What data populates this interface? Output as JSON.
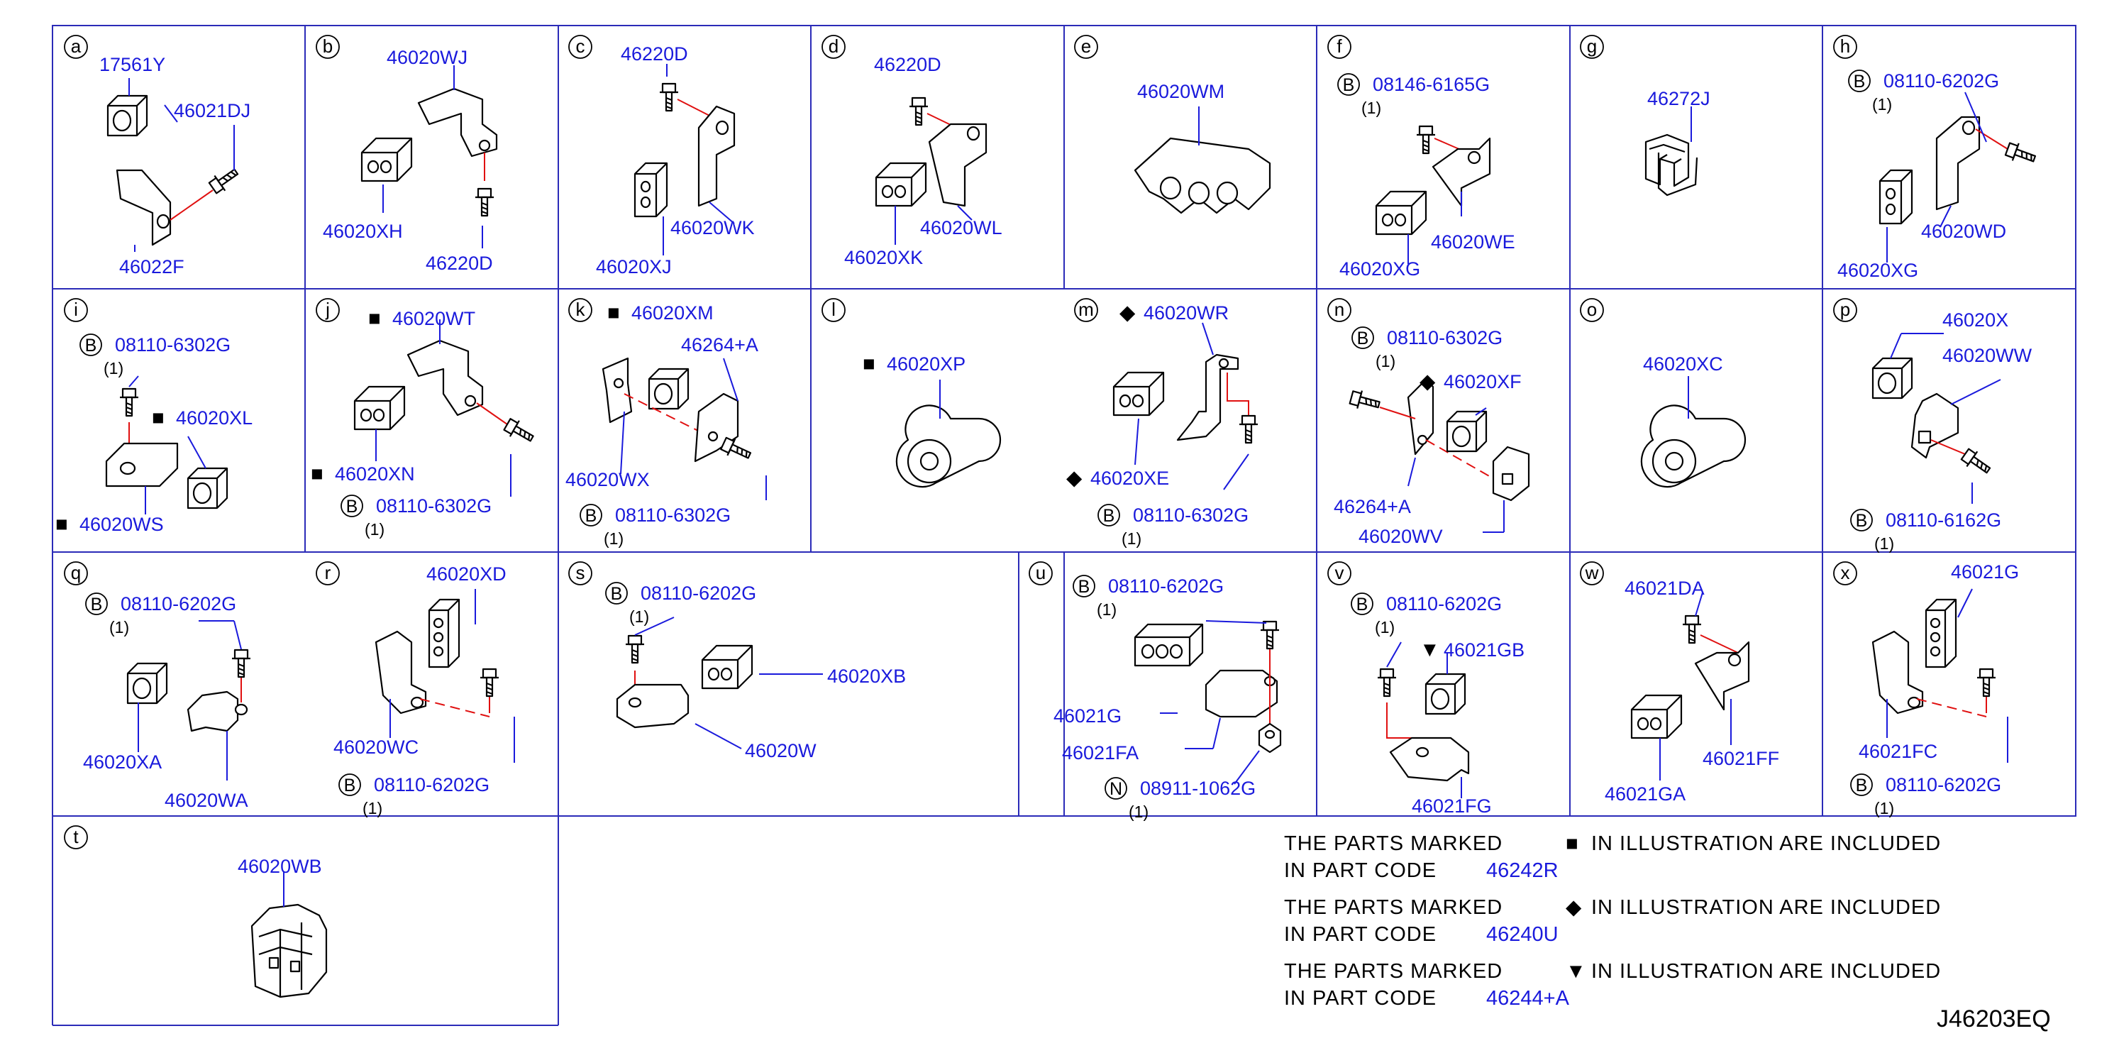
{
  "cells": [
    {
      "letter": "a",
      "labels": [
        {
          "text": "17561Y"
        },
        {
          "text": "46021DJ"
        },
        {
          "text": "46022F"
        }
      ]
    },
    {
      "letter": "b",
      "labels": [
        {
          "text": "46020WJ"
        },
        {
          "text": "46020XH"
        },
        {
          "text": "46220D"
        }
      ]
    },
    {
      "letter": "c",
      "labels": [
        {
          "text": "46220D"
        },
        {
          "text": "46020WK"
        },
        {
          "text": "46020XJ"
        }
      ]
    },
    {
      "letter": "d",
      "labels": [
        {
          "text": "46220D"
        },
        {
          "text": "46020WL"
        },
        {
          "text": "46020XK"
        }
      ]
    },
    {
      "letter": "e",
      "labels": [
        {
          "text": "46020WM"
        }
      ]
    },
    {
      "letter": "f",
      "labels": [
        {
          "text": "08146-6165G"
        },
        {
          "text": "46020WE"
        },
        {
          "text": "46020XG"
        }
      ],
      "qty": "(1)",
      "badge": "B"
    },
    {
      "letter": "g",
      "labels": [
        {
          "text": "46272J"
        }
      ]
    },
    {
      "letter": "h",
      "labels": [
        {
          "text": "08110-6202G"
        },
        {
          "text": "46020WD"
        },
        {
          "text": "46020XG"
        }
      ],
      "qty": "(1)",
      "badge": "B"
    },
    {
      "letter": "i",
      "labels": [
        {
          "text": "08110-6302G"
        },
        {
          "text": "46020XL"
        },
        {
          "text": "46020WS"
        }
      ],
      "qty": "(1)",
      "badge": "B"
    },
    {
      "letter": "j",
      "labels": [
        {
          "text": "46020WT"
        },
        {
          "text": "46020XN"
        },
        {
          "text": "08110-6302G"
        }
      ],
      "qty": "(1)",
      "badge": "B"
    },
    {
      "letter": "k",
      "labels": [
        {
          "text": "46020XM"
        },
        {
          "text": "46264+A"
        },
        {
          "text": "46020WX"
        },
        {
          "text": "08110-6302G"
        }
      ],
      "qty": "(1)",
      "badge": "B"
    },
    {
      "letter": "l",
      "labels": [
        {
          "text": "46020XP"
        }
      ]
    },
    {
      "letter": "m",
      "labels": [
        {
          "text": "46020WR"
        },
        {
          "text": "46020XE"
        },
        {
          "text": "08110-6302G"
        }
      ],
      "qty": "(1)",
      "badge": "B"
    },
    {
      "letter": "n",
      "labels": [
        {
          "text": "08110-6302G"
        },
        {
          "text": "46020XF"
        },
        {
          "text": "46264+A"
        },
        {
          "text": "46020WV"
        }
      ],
      "qty": "(1)",
      "badge": "B"
    },
    {
      "letter": "o",
      "labels": [
        {
          "text": "46020XC"
        }
      ]
    },
    {
      "letter": "p",
      "labels": [
        {
          "text": "46020X"
        },
        {
          "text": "46020WW"
        },
        {
          "text": "08110-6162G"
        }
      ],
      "qty": "(1)",
      "badge": "B"
    },
    {
      "letter": "q",
      "labels": [
        {
          "text": "08110-6202G"
        },
        {
          "text": "46020XA"
        },
        {
          "text": "46020WA"
        }
      ],
      "qty": "(1)",
      "badge": "B"
    },
    {
      "letter": "r",
      "labels": [
        {
          "text": "46020XD"
        },
        {
          "text": "46020WC"
        },
        {
          "text": "08110-6202G"
        }
      ],
      "qty": "(1)",
      "badge": "B"
    },
    {
      "letter": "s",
      "labels": [
        {
          "text": "08110-6202G"
        },
        {
          "text": "46020XB"
        },
        {
          "text": "46020W"
        }
      ],
      "qty": "(1)",
      "badge": "B"
    },
    {
      "letter": "u",
      "labels": [
        {
          "text": "08110-6202G"
        },
        {
          "text": "46021G"
        },
        {
          "text": "46021FA"
        },
        {
          "text": "08911-1062G"
        }
      ],
      "qty": "(1)",
      "qty2": "(1)",
      "badge": "B",
      "badge2": "N"
    },
    {
      "letter": "v",
      "labels": [
        {
          "text": "08110-6202G"
        },
        {
          "text": "46021GB"
        },
        {
          "text": "46021FG"
        }
      ],
      "qty": "(1)",
      "badge": "B"
    },
    {
      "letter": "w",
      "labels": [
        {
          "text": "46021DA"
        },
        {
          "text": "46021FF"
        },
        {
          "text": "46021GA"
        }
      ]
    },
    {
      "letter": "x",
      "labels": [
        {
          "text": "46021G"
        },
        {
          "text": "46021FC"
        },
        {
          "text": "08110-6202G"
        }
      ],
      "qty": "(1)",
      "badge": "B"
    },
    {
      "letter": "t",
      "labels": [
        {
          "text": "46020WB"
        }
      ]
    }
  ],
  "notes": [
    {
      "prefix": "THE  PARTS  MARKED",
      "symbol": "■",
      "suffix": "IN  ILLUSTRATION  ARE  INCLUDED",
      "line2": "IN  PART  CODE",
      "code": "46242R"
    },
    {
      "prefix": "THE  PARTS  MARKED",
      "symbol": "◆",
      "suffix": "IN  ILLUSTRATION  ARE  INCLUDED",
      "line2": "IN  PART  CODE",
      "code": "46240U"
    },
    {
      "prefix": "THE  PARTS  MARKED",
      "symbol": "▼",
      "suffix": "IN  ILLUSTRATION  ARE  INCLUDED",
      "line2": "IN  PART  CODE",
      "code": "46244+A"
    }
  ],
  "markers": {
    "square": "■",
    "diamond": "◆",
    "triangle": "▼"
  },
  "reference_code": "J46203EQ",
  "colors": {
    "part_number": "#1a1adc",
    "grid": "#2b2bb8",
    "guide_line": "#e01010",
    "outline": "#000000"
  }
}
